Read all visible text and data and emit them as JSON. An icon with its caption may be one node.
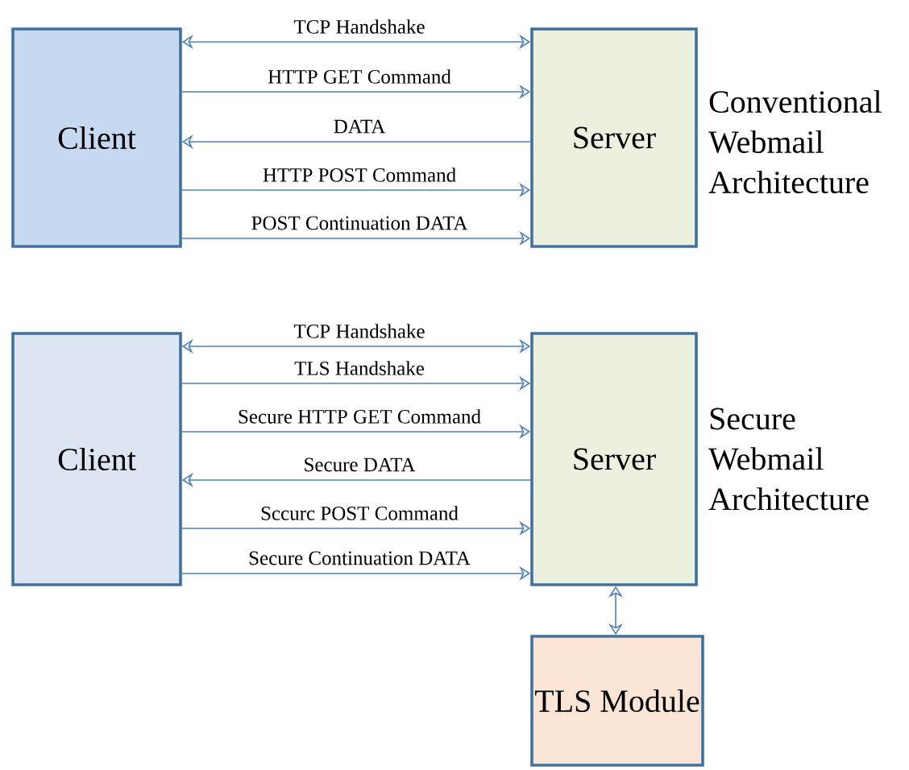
{
  "diagram": {
    "nodes": [
      {
        "text": [
          "Client"
        ]
      },
      {
        "text": [
          "Server"
        ]
      },
      {
        "text": [
          "Client"
        ]
      },
      {
        "text": [
          "Server"
        ]
      },
      {
        "text": [
          "TLS Module"
        ]
      }
    ],
    "edges": [
      {
        "from": 0,
        "to": 1,
        "arrow": "both",
        "label": "TCP Handshake"
      },
      {
        "from": 0,
        "to": 1,
        "arrow": "to",
        "label": "HTTP GET Command"
      },
      {
        "from": 1,
        "to": 0,
        "arrow": "to",
        "label": "DATA"
      },
      {
        "from": 0,
        "to": 1,
        "arrow": "to",
        "label": "HTTP POST Command"
      },
      {
        "from": 0,
        "to": 1,
        "arrow": "to",
        "label": "POST Continuation DATA"
      },
      {
        "from": 2,
        "to": 3,
        "arrow": "both",
        "label": "TCP Handshake"
      },
      {
        "from": 2,
        "to": 3,
        "arrow": "to",
        "label": "TLS Handshake"
      },
      {
        "from": 2,
        "to": 3,
        "arrow": "to",
        "label": "Secure HTTP GET Command"
      },
      {
        "from": 3,
        "to": 2,
        "arrow": "to",
        "label": "Secure DATA"
      },
      {
        "from": 2,
        "to": 3,
        "arrow": "to",
        "label": "Sccurc POST Command"
      },
      {
        "from": 2,
        "to": 3,
        "arrow": "to",
        "label": "Secure Continuation DATA"
      },
      {
        "from": 3,
        "to": 4,
        "arrow": "both"
      }
    ],
    "labels": [
      "Conventional Webmail Architecture",
      "Secure Webmail Architecture"
    ]
  }
}
